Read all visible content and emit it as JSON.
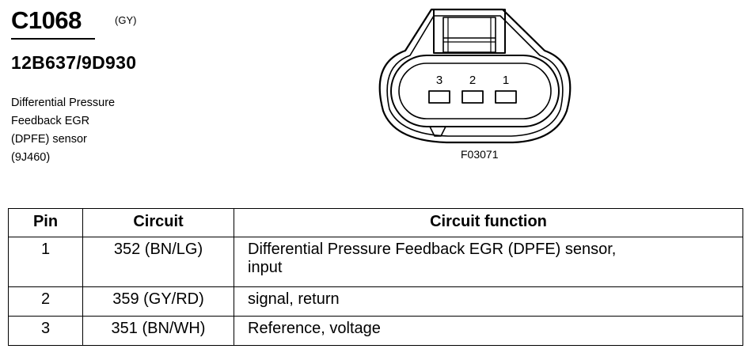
{
  "header": {
    "connector_id": "C1068",
    "color_code": "(GY)",
    "part_number": "12B637/9D930",
    "description": "Differential Pressure\nFeedback EGR\n(DPFE) sensor\n(9J460)"
  },
  "diagram": {
    "pin_labels": [
      "3",
      "2",
      "1"
    ],
    "figure_code": "F03071"
  },
  "table": {
    "headers": {
      "pin": "Pin",
      "circuit": "Circuit",
      "function": "Circuit function"
    },
    "rows": [
      {
        "pin": "1",
        "circuit": "352 (BN/LG)",
        "function": "Differential Pressure Feedback EGR (DPFE) sensor,\ninput"
      },
      {
        "pin": "2",
        "circuit": "359 (GY/RD)",
        "function": "signal, return"
      },
      {
        "pin": "3",
        "circuit": "351 (BN/WH)",
        "function": "Reference, voltage"
      }
    ]
  }
}
